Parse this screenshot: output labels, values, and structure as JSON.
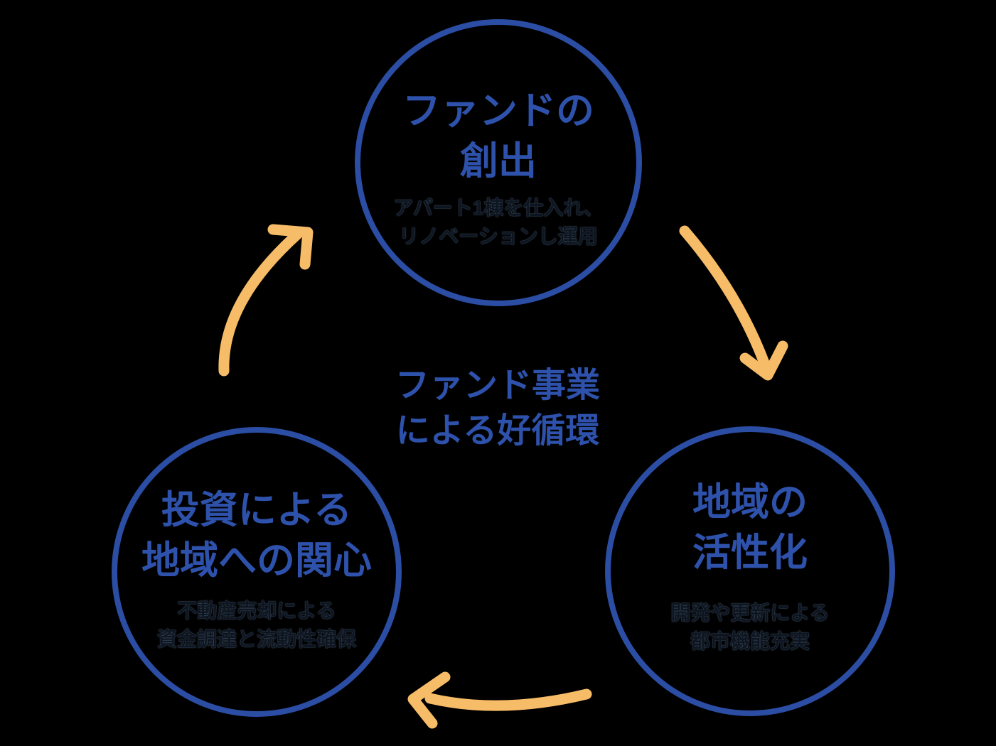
{
  "colors": {
    "background": "#000000",
    "circle_border_blue": "#2B4DA3",
    "heading_blue": "#2E52AB",
    "arrow_orange": "#F7BC68",
    "description_dark_navy": "#0D1520"
  },
  "center_label": {
    "line1": "ファンド事業",
    "line2": "による好循環"
  },
  "nodes": {
    "top": {
      "title_line1": "ファンドの",
      "title_line2": "創出",
      "desc_line1": "アパート1棟を仕入れ、",
      "desc_line2": "リノベーションし運用"
    },
    "right": {
      "title_line1": "地域の",
      "title_line2": "活性化",
      "desc_line1": "開発や更新による",
      "desc_line2": "都市機能充実"
    },
    "left": {
      "title_line1": "投資による",
      "title_line2": "地域への関心",
      "desc_line1": "不動産売却による",
      "desc_line2": "資金調達と流動性確保"
    }
  },
  "arrows": {
    "left_to_top": "curved-arrow-up-right",
    "top_to_right": "curved-arrow-down-right",
    "right_to_left": "curved-arrow-left"
  }
}
